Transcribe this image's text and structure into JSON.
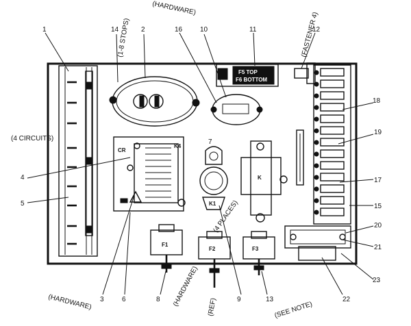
{
  "diagram": {
    "part_numbers": [
      {
        "id": "n1",
        "text": "1"
      },
      {
        "id": "n2",
        "text": "2"
      },
      {
        "id": "n3",
        "text": "3"
      },
      {
        "id": "n4",
        "text": "4"
      },
      {
        "id": "n5",
        "text": "5"
      },
      {
        "id": "n6",
        "text": "6"
      },
      {
        "id": "n7",
        "text": "7"
      },
      {
        "id": "n8",
        "text": "8"
      },
      {
        "id": "n9",
        "text": "9"
      },
      {
        "id": "n10",
        "text": "10"
      },
      {
        "id": "n11",
        "text": "11"
      },
      {
        "id": "n12",
        "text": "12"
      },
      {
        "id": "n13",
        "text": "13"
      },
      {
        "id": "n14",
        "text": "14"
      },
      {
        "id": "n15",
        "text": "15"
      },
      {
        "id": "n16",
        "text": "16"
      },
      {
        "id": "n17",
        "text": "17"
      },
      {
        "id": "n18",
        "text": "18"
      },
      {
        "id": "n19",
        "text": "19"
      },
      {
        "id": "n20",
        "text": "20"
      },
      {
        "id": "n21",
        "text": "21"
      },
      {
        "id": "n22",
        "text": "22"
      },
      {
        "id": "n23",
        "text": "23"
      }
    ],
    "labels": {
      "switch_top": "F5 TOP",
      "switch_bottom": "F6 BOTTOM",
      "terminal_f1": "F1",
      "terminal_f2": "F2",
      "terminal_f3": "F3",
      "relay_k": "K",
      "relay_cr": "CR",
      "relay_k4": "K4",
      "relay_k1": "K1"
    },
    "rotated_labels": [
      {
        "id": "r1",
        "text": "(1-8 STOPS)"
      },
      {
        "id": "r2",
        "text": "(FASTENER 4)"
      },
      {
        "id": "r3",
        "text": "(HARDWARE)"
      },
      {
        "id": "r4",
        "text": "(4 CIRCUITS)"
      },
      {
        "id": "r5",
        "text": "(HARDWARE)"
      },
      {
        "id": "r6",
        "text": "(HARDWARE)"
      },
      {
        "id": "r7",
        "text": "(4 PLACES)"
      },
      {
        "id": "r8",
        "text": "(SEE NOTE)"
      },
      {
        "id": "r9",
        "text": "(REF)"
      }
    ]
  }
}
